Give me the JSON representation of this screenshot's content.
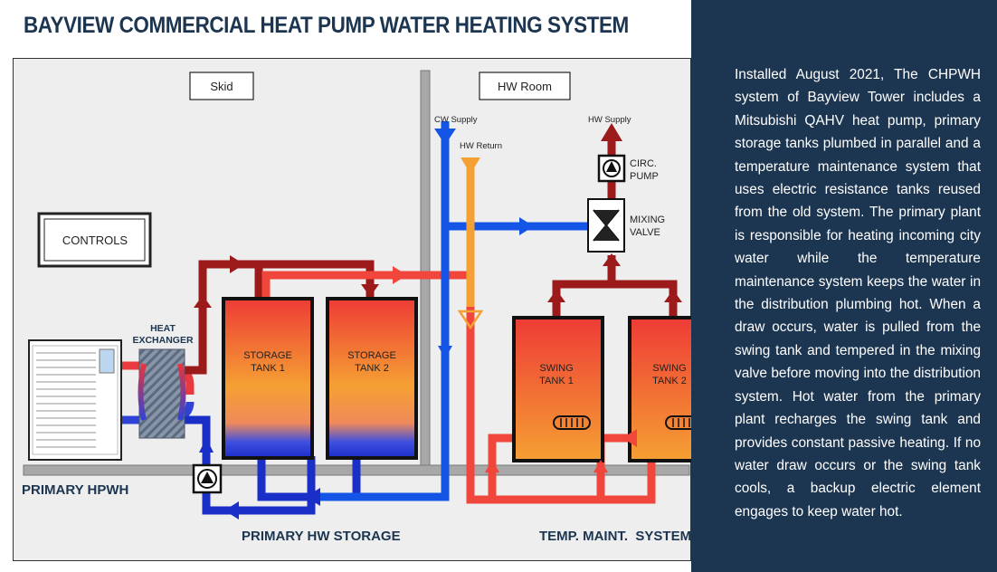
{
  "title": "BAYVIEW COMMERCIAL HEAT PUMP WATER HEATING SYSTEM",
  "description": "Installed August 2021, The CHPWH system of Bayview Tower includes a Mitsubishi QAHV heat pump, primary storage tanks plumbed in parallel and a temperature maintenance system that uses electric resistance tanks reused from the old system. The primary plant is responsible for heating incoming city water while the temperature maintenance system keeps the water in the distribution plumbing hot. When a draw occurs, water is pulled from the swing tank and tempered in the mixing valve before moving into the distribution system. Hot water from the primary plant recharges the swing tank and provides constant passive heating. If no water draw occurs or the swing tank cools, a backup electric element engages to keep water hot.",
  "diagram": {
    "zones": {
      "skid": "Skid",
      "hw_room": "HW Room"
    },
    "controls": "CONTROLS",
    "heat_exchanger": [
      "HEAT",
      "EXCHANGER"
    ],
    "storage_tank_1": [
      "STORAGE",
      "TANK 1"
    ],
    "storage_tank_2": [
      "STORAGE",
      "TANK 2"
    ],
    "swing_tank_1": [
      "SWING",
      "TANK 1"
    ],
    "swing_tank_2": [
      "SWING",
      "TANK 2"
    ],
    "cw_supply": "CW Supply",
    "hw_return": "HW Return",
    "hw_supply": "HW Supply",
    "circ_pump": [
      "CIRC.",
      "PUMP"
    ],
    "mixing_valve": [
      "MIXING",
      "VALVE"
    ],
    "section_labels": {
      "primary_hpwh": "PRIMARY HPWH",
      "primary_hw_storage": "PRIMARY HW STORAGE",
      "temp_maint_system": "TEMP. MAINT.  SYSTEM"
    }
  },
  "colors": {
    "navy": "#1c3550",
    "hot_red": "#f0463c",
    "dark_red": "#9c1a1a",
    "cold_blue": "#1455e6",
    "dark_blue": "#1a2ec8",
    "return_orange": "#f5a033",
    "panel_gray": "#eeeeee"
  }
}
